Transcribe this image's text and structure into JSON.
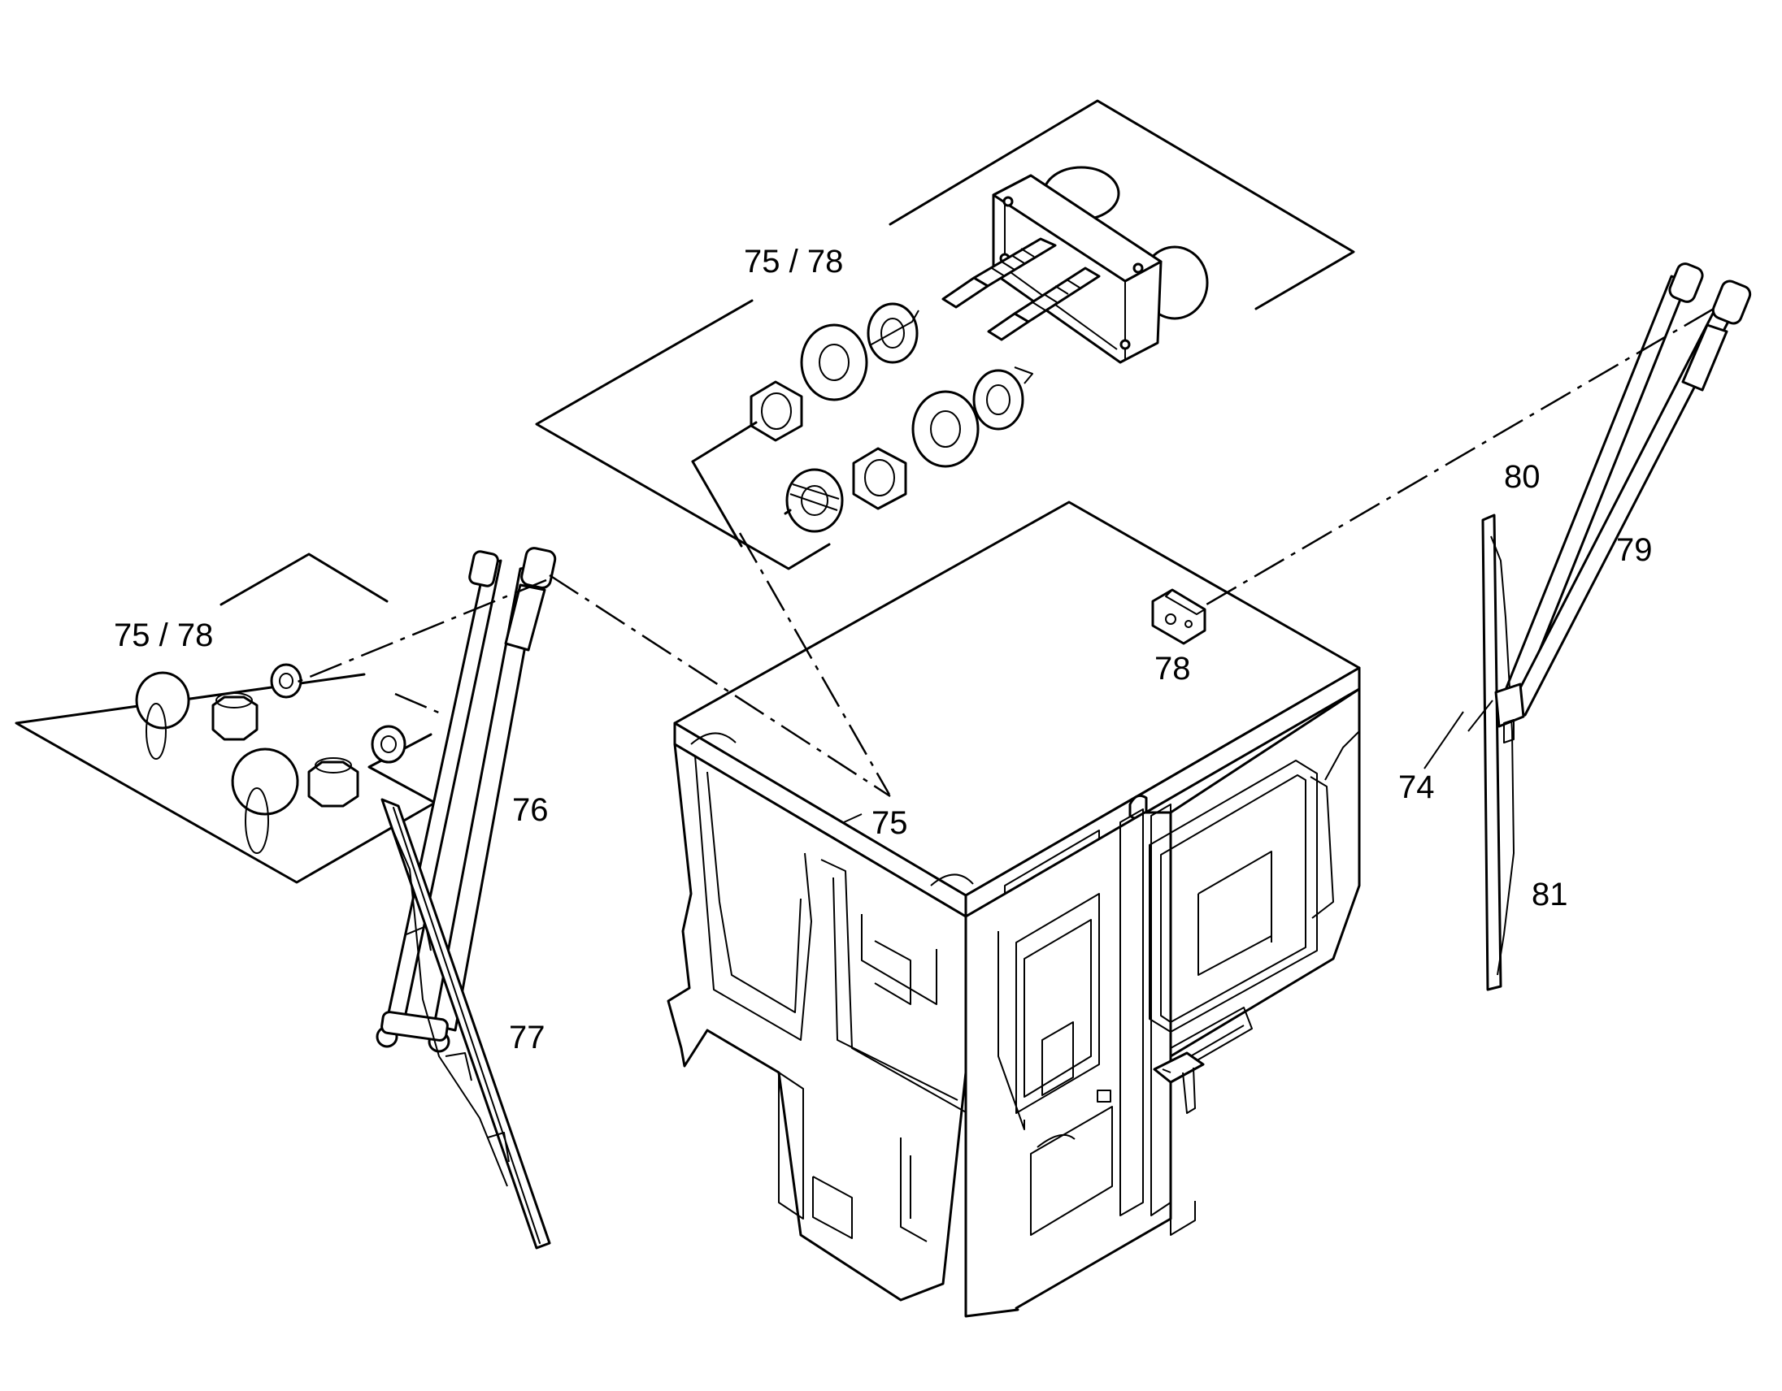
{
  "callouts": {
    "c75_78_top": "75 / 78",
    "c75_78_left": "75 / 78",
    "c74": "74",
    "c75": "75",
    "c76": "76",
    "c77": "77",
    "c78": "78",
    "c79": "79",
    "c80": "80",
    "c81": "81"
  }
}
